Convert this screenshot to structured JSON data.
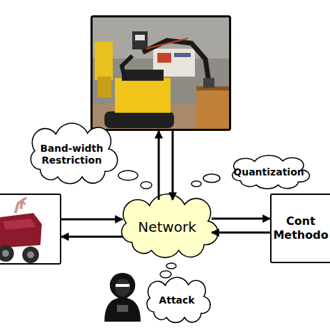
{
  "diagram": {
    "nodes": [
      {
        "text": []
      },
      {
        "text": [
          "Band-width Restriction"
        ]
      },
      {
        "text": [
          "Quantization"
        ]
      },
      {
        "text": []
      },
      {
        "text": [
          "Network"
        ]
      },
      {
        "text": [
          "Cont Methodo"
        ]
      },
      {
        "text": [
          "Attack"
        ]
      }
    ],
    "edges": [
      {
        "from": 0,
        "to": 4,
        "arrow": "to"
      },
      {
        "from": 4,
        "to": 0,
        "arrow": "to"
      },
      {
        "from": 3,
        "to": 4,
        "arrow": "to"
      },
      {
        "from": 4,
        "to": 3,
        "arrow": "to"
      },
      {
        "from": 4,
        "to": 5,
        "arrow": "to"
      },
      {
        "from": 5,
        "to": 4,
        "arrow": "to"
      }
    ]
  }
}
